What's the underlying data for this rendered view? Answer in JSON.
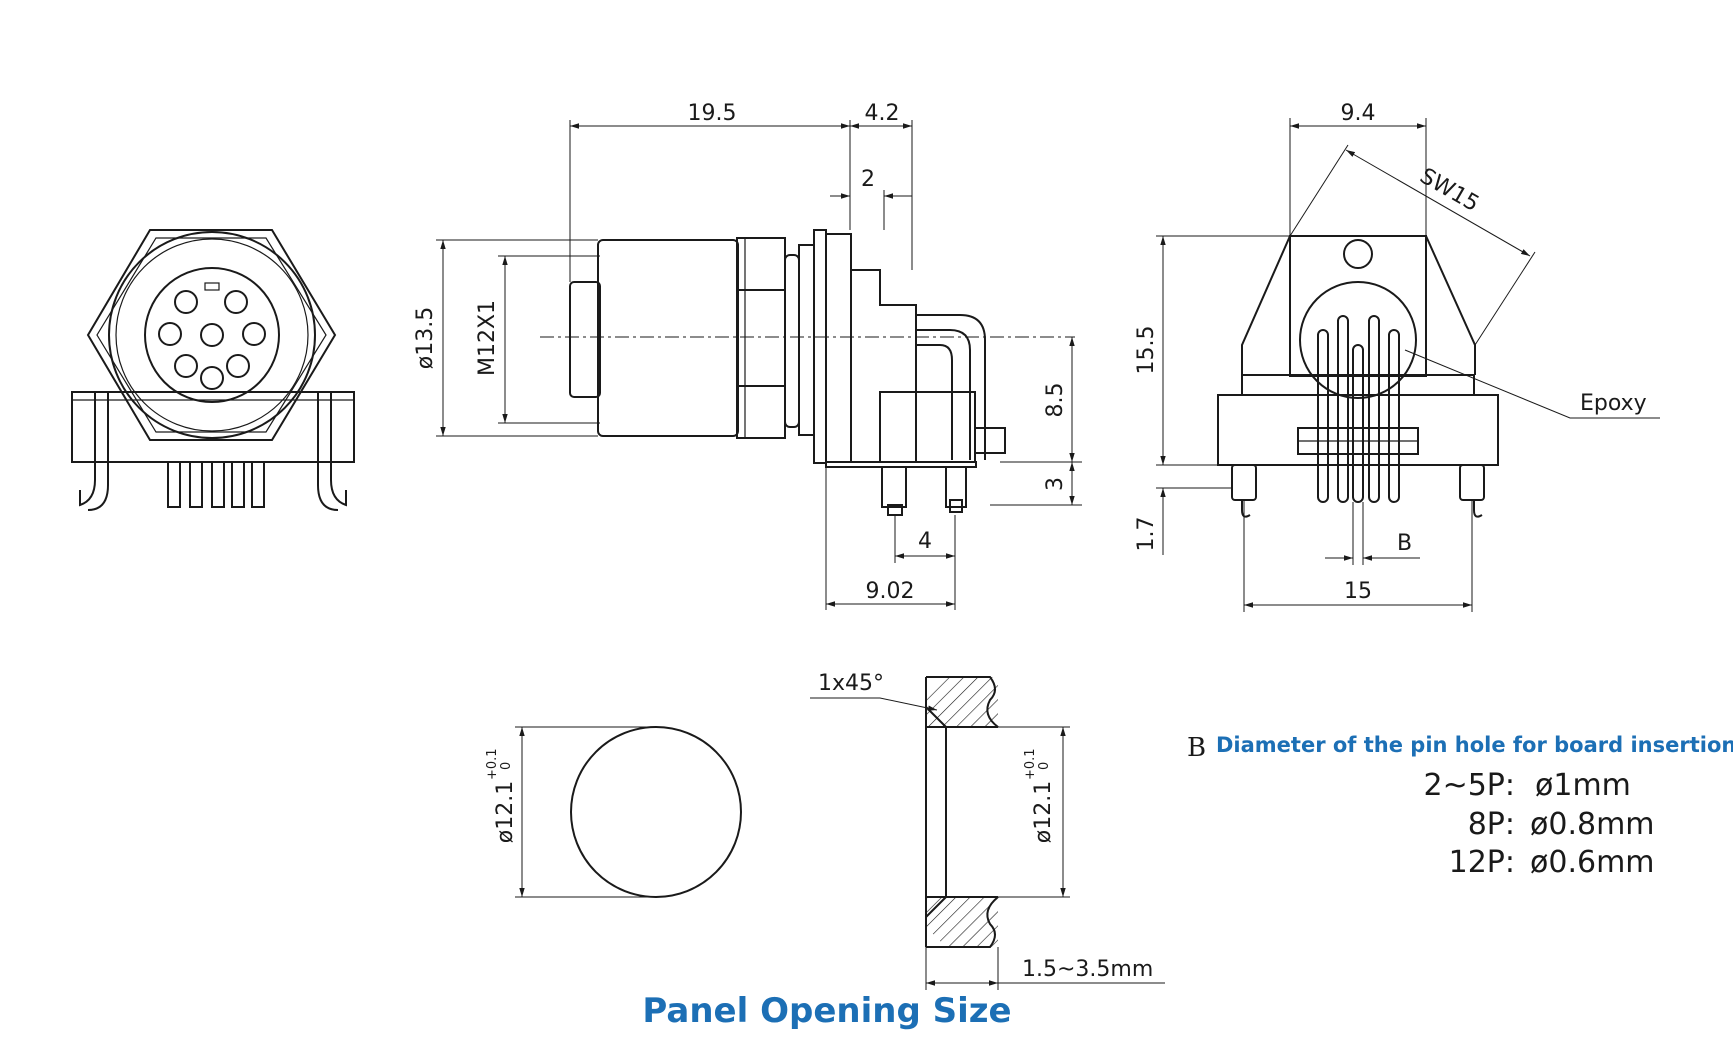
{
  "dimensions": {
    "d_19_5": "19.5",
    "d_4_2": "4.2",
    "d_2": "2",
    "d_13_5": "ø13.5",
    "d_m12": "M12X1",
    "d_8_5": "8.5",
    "d_3": "3",
    "d_4": "4",
    "d_9_02": "9.02",
    "d_9_4": "9.4",
    "d_sw15": "SW15",
    "d_15_5": "15.5",
    "d_1_7": "1.7",
    "d_b": "B",
    "d_15": "15",
    "d_chamfer": "1x45°",
    "d_hole_left": "ø12.1",
    "d_hole_right": "ø12.1",
    "tol_upper": "+0.1",
    "tol_lower": "0",
    "d_thickness": "1.5~3.5mm"
  },
  "labels": {
    "epoxy": "Epoxy",
    "panel_title": "Panel Opening Size"
  },
  "note": {
    "marker": "B",
    "title": "Diameter of the pin hole for board insertion",
    "rows": [
      {
        "pins": "2~5P:",
        "value": "ø1mm"
      },
      {
        "pins": "8P:",
        "value": "ø0.8mm"
      },
      {
        "pins": "12P:",
        "value": "ø0.6mm"
      }
    ]
  },
  "colors": {
    "line": "#1a1a1a",
    "accent": "#1c6fb5"
  }
}
